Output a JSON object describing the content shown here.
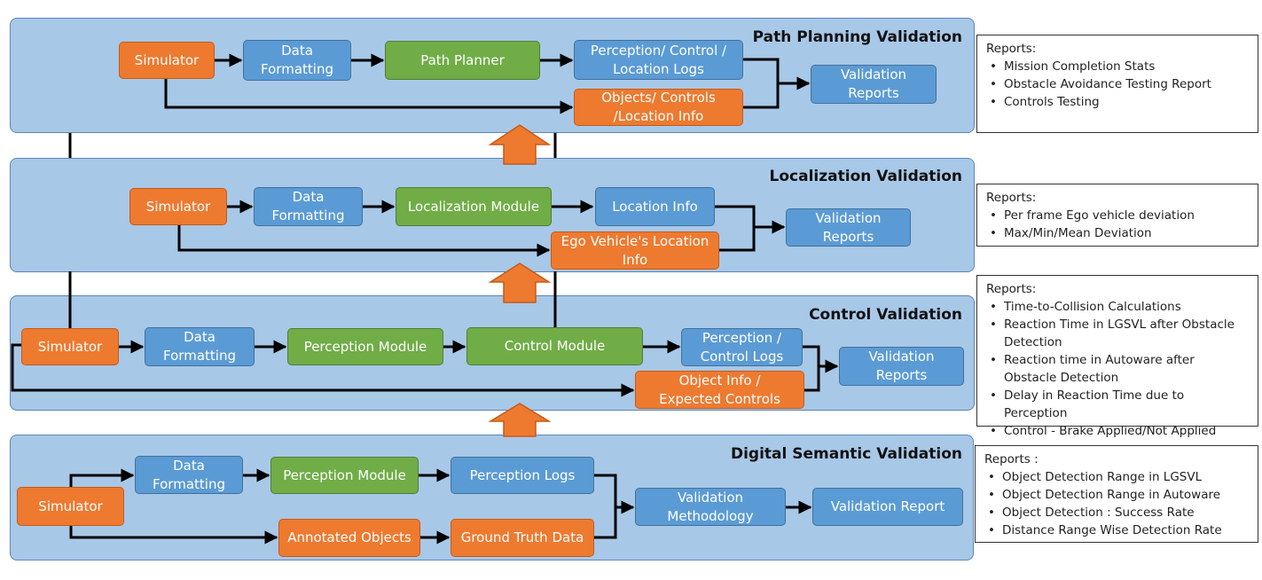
{
  "panels": {
    "path": {
      "title": "Path Planning Validation",
      "simulator": "Simulator",
      "formatting": "Data\nFormatting",
      "module": "Path Planner",
      "logs": "Perception/ Control /\nLocation Logs",
      "info": "Objects/ Controls\n/Location Info",
      "reports": "Validation\nReports"
    },
    "localization": {
      "title": "Localization Validation",
      "simulator": "Simulator",
      "formatting": "Data\nFormatting",
      "module": "Localization Module",
      "logs": "Location Info",
      "info": "Ego Vehicle's Location\nInfo",
      "reports": "Validation\nReports"
    },
    "control": {
      "title": "Control Validation",
      "simulator": "Simulator",
      "formatting": "Data\nFormatting",
      "perception": "Perception Module",
      "module": "Control Module",
      "logs": "Perception /\nControl Logs",
      "info": "Object Info /\nExpected Controls",
      "reports": "Validation\nReports"
    },
    "semantic": {
      "title": "Digital Semantic Validation",
      "simulator": "Simulator",
      "formatting": "Data\nFormatting",
      "perception": "Perception Module",
      "logs": "Perception Logs",
      "annotated": "Annotated Objects",
      "truth": "Ground Truth Data",
      "methodology": "Validation\nMethodology",
      "report": "Validation Report"
    }
  },
  "reports": {
    "path": {
      "heading": "Reports:",
      "items": [
        "Mission Completion Stats",
        "Obstacle Avoidance Testing Report",
        "Controls Testing"
      ]
    },
    "localization": {
      "heading": "Reports:",
      "items": [
        "Per frame Ego vehicle deviation",
        "Max/Min/Mean Deviation"
      ]
    },
    "control": {
      "heading": "Reports:",
      "items": [
        "Time-to-Collision Calculations",
        "Reaction Time in LGSVL after Obstacle Detection",
        "Reaction time in Autoware after Obstacle Detection",
        "Delay in Reaction Time due to Perception",
        "Control - Brake Applied/Not Applied"
      ]
    },
    "semantic": {
      "heading": "Reports :",
      "items": [
        "Object Detection Range in LGSVL",
        "Object Detection Range in Autoware",
        "Object Detection : Success Rate",
        "Distance Range Wise Detection Rate"
      ]
    }
  },
  "colors": {
    "simulator": "#ee7a30",
    "process": "#5b9bd5",
    "module": "#70ad47",
    "panel": "#a8c8e8",
    "arrow_up": "#ee7a30"
  }
}
